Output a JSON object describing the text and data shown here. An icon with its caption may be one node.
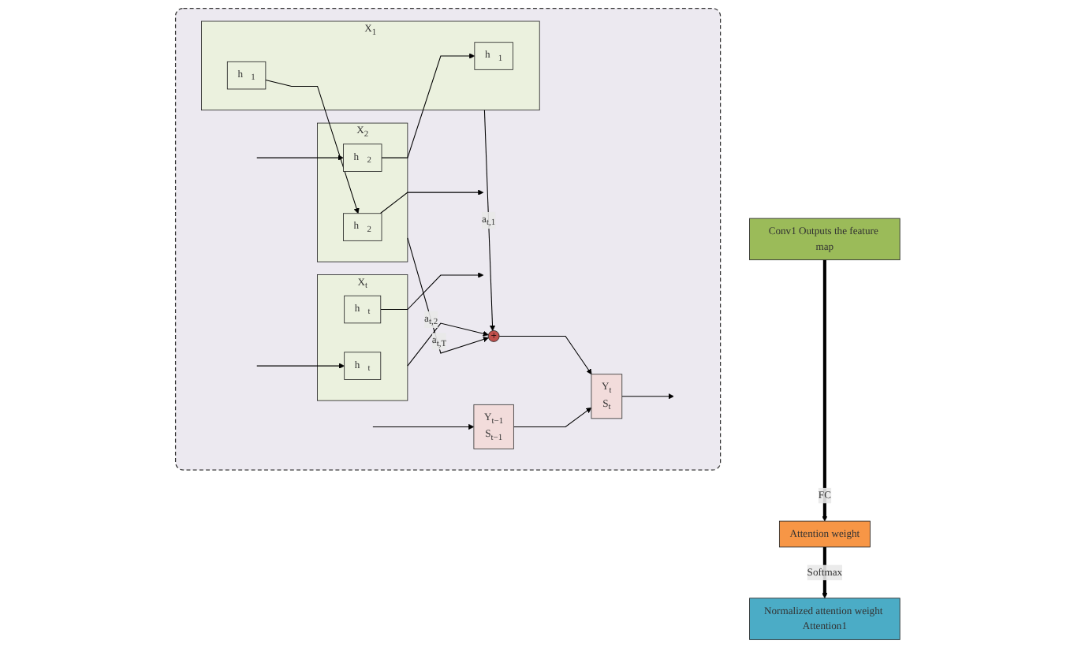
{
  "diagram": {
    "nodes": [
      {
        "text": [],
        "shape": "box"
      },
      {
        "text": [
          "Y$_{t−1}$",
          "S$_{t−1}$"
        ],
        "in": 0
      },
      {
        "text": [
          "Y$_{t}$",
          "S$_{t}$"
        ],
        "in": 0
      },
      {
        "text": [
          "+"
        ],
        "in": 0
      },
      {
        "text": [
          "X$_{1}$"
        ],
        "in": 0
      },
      {
        "text": [
          "h⃖$_{1}$"
        ],
        "in": 4
      },
      {
        "text": [
          "h⃖$_{1}$"
        ],
        "in": 4
      },
      {
        "text": [
          "X$_{2}$"
        ],
        "in": 0
      },
      {
        "text": [
          "h⃖$_{2}$"
        ],
        "in": 7
      },
      {
        "text": [
          "h⃖$_{2}$"
        ],
        "in": 7
      },
      {
        "text": [
          "X$_{t}$"
        ],
        "in": 0
      },
      {
        "text": [
          "h⃖$_{t}$"
        ],
        "in": 10
      },
      {
        "text": [
          "h⃖$_{t}$"
        ],
        "in": 10
      },
      {
        "text": [
          "Conv1 Outputs the feature map"
        ]
      },
      {
        "text": [
          "Attention weight"
        ]
      },
      {
        "text": [
          "Normalized attention weight Attention1"
        ]
      }
    ],
    "edges": [
      {
        "from": null,
        "to": 1,
        "arrow": "to"
      },
      {
        "from": 1,
        "to": 2,
        "arrow": "to"
      },
      {
        "from": 2,
        "to": null,
        "arrow": "to"
      },
      {
        "from": 3,
        "to": 2,
        "arrow": "to"
      },
      {
        "from": 4,
        "to": 3,
        "arrow": "to",
        "label": "a$_{t,1}$"
      },
      {
        "from": 7,
        "to": 3,
        "arrow": "to",
        "label": "a$_{t,2}$"
      },
      {
        "from": 10,
        "to": 3,
        "arrow": "to",
        "label": "a$_{t,T}$"
      },
      {
        "from": 5,
        "to": 8,
        "arrow": "to"
      },
      {
        "from": 8,
        "to": null,
        "arrow": "to"
      },
      {
        "from": null,
        "to": 11,
        "arrow": "to"
      },
      {
        "from": 9,
        "to": 6,
        "arrow": "to"
      },
      {
        "from": null,
        "to": 9,
        "arrow": "to"
      },
      {
        "from": 12,
        "to": null,
        "arrow": "to"
      },
      {
        "from": 13,
        "to": 14,
        "arrow": "to",
        "label": "FC",
        "style": "thick"
      },
      {
        "from": 14,
        "to": 15,
        "arrow": "to",
        "label": "Softmax",
        "style": "thick"
      }
    ]
  }
}
